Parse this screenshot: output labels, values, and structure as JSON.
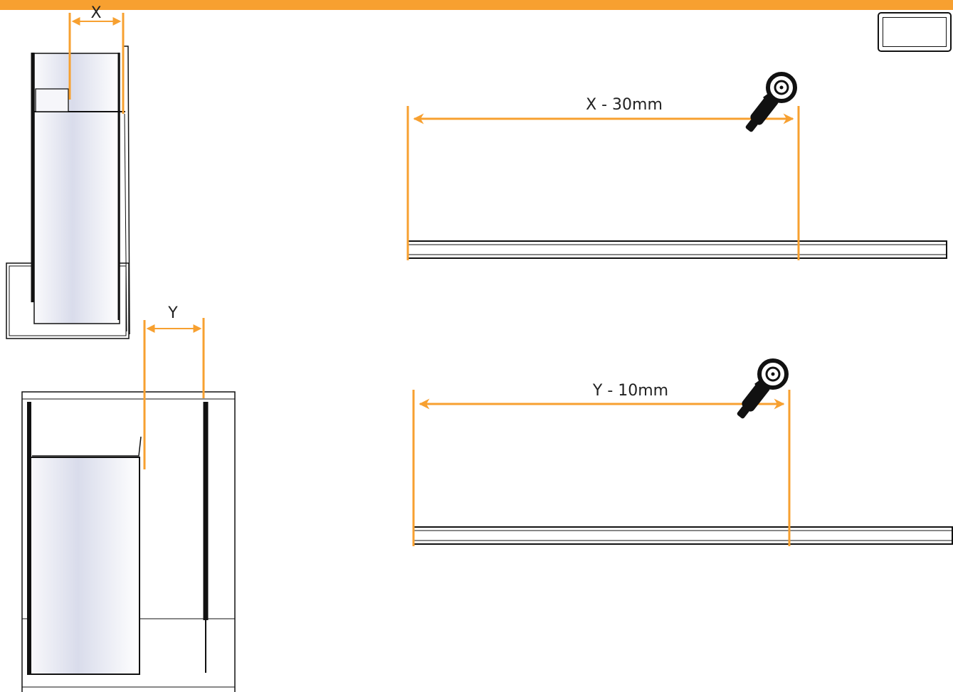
{
  "colors": {
    "accent": "#F7A030",
    "line": "#111111",
    "panel_fill_light": "#F4F5F9",
    "panel_fill_dark": "#D9DCEB"
  },
  "icons": [
    "angle-grinder-icon",
    "angle-grinder-icon"
  ],
  "diagram": {
    "top_view": {
      "dimension_label": "X"
    },
    "bottom_view": {
      "dimension_label": "Y"
    },
    "cut_top": {
      "label": "X - 30mm"
    },
    "cut_bottom": {
      "label": "Y - 10mm"
    }
  }
}
